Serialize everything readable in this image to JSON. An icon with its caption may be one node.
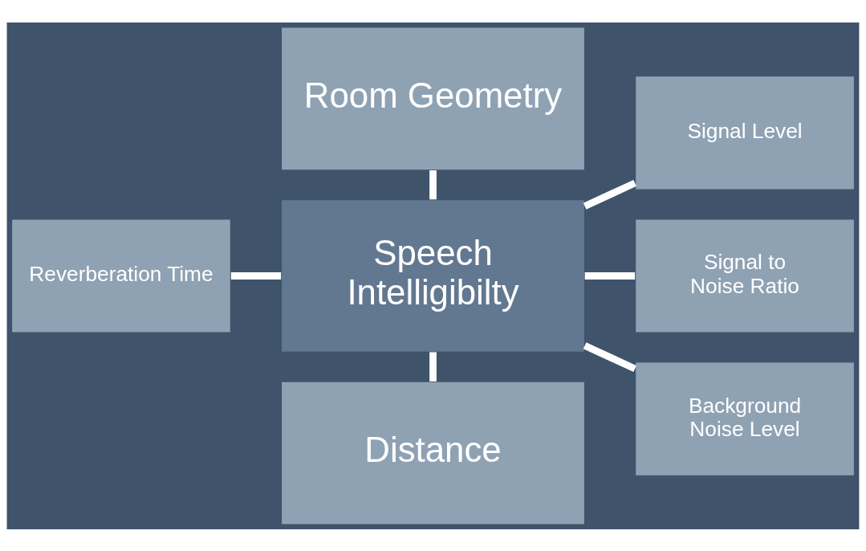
{
  "diagram": {
    "nodes": [
      {
        "text": [
          "Room Geometry"
        ]
      },
      {
        "text": [
          "Signal Level"
        ]
      },
      {
        "text": [
          "Reverberation Time"
        ]
      },
      {
        "text": [
          "Speech Intelligibilty"
        ]
      },
      {
        "text": [
          "Signal to Noise Ratio"
        ]
      },
      {
        "text": [
          "Distance"
        ]
      },
      {
        "text": [
          "Background Noise Level"
        ]
      }
    ],
    "edges": [
      {
        "from": 3,
        "to": 0,
        "arrow": "none"
      },
      {
        "from": 3,
        "to": 1,
        "arrow": "none"
      },
      {
        "from": 2,
        "to": 3,
        "arrow": "none"
      },
      {
        "from": 3,
        "to": 4,
        "arrow": "none"
      },
      {
        "from": 3,
        "to": 5,
        "arrow": "none"
      },
      {
        "from": 3,
        "to": 6,
        "arrow": "none"
      }
    ]
  }
}
